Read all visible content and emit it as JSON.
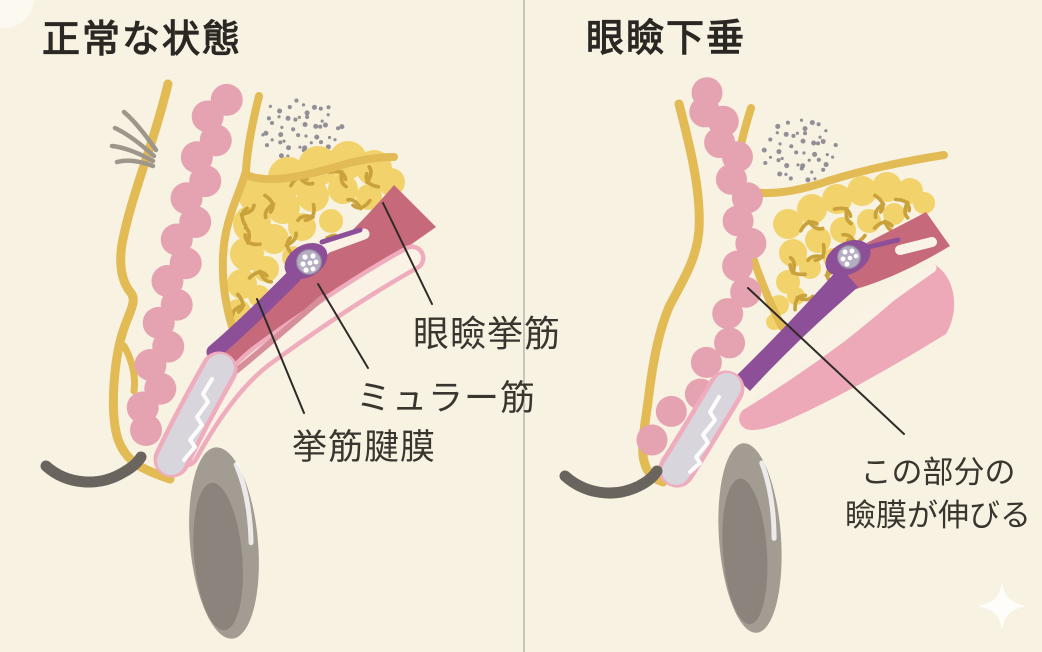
{
  "image_type": "eyelid-anatomy-infographic",
  "language": "ja",
  "left_panel": {
    "title": "正常な状態",
    "labels": {
      "levator": "眼瞼挙筋",
      "muller": "ミュラー筋",
      "aponeurosis": "挙筋腱膜"
    }
  },
  "right_panel": {
    "title": "眼瞼下垂",
    "caption": {
      "line1": "この部分の",
      "line2": "瞼膜が伸びる"
    }
  },
  "colors": {
    "background": "#f8f2e3",
    "skin_outline": "#e2bb55",
    "orbicularis": "#e5a2b1",
    "orbital_fat": "#f2d36b",
    "fat_detail": "#c9a23b",
    "levator_muscle": "#c6697a",
    "muller_muscle": "#8d4f97",
    "aponeurosis_outline": "#efacbd",
    "stretched_membrane": "#eda9b8",
    "tarsal_plate": "#d8d5dd",
    "eyeball": "#a39c93",
    "text": "#2b2824"
  }
}
